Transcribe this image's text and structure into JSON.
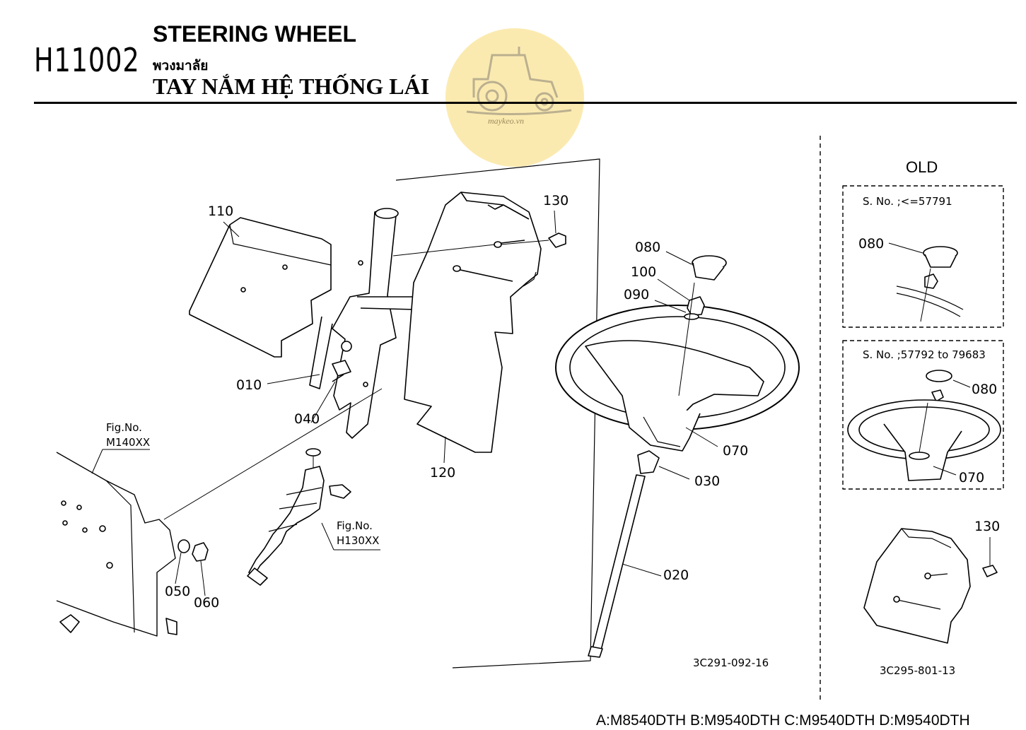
{
  "header": {
    "code": "H11002",
    "title_en": "STEERING WHEEL",
    "title_th": "พวงมาลัย",
    "title_vi": "TAY NẮM HỆ THỐNG LÁI"
  },
  "watermark": {
    "text": "maykeo.vn"
  },
  "callouts": [
    {
      "id": "110",
      "label": "110"
    },
    {
      "id": "130",
      "label": "130"
    },
    {
      "id": "080",
      "label": "080"
    },
    {
      "id": "100",
      "label": "100"
    },
    {
      "id": "090",
      "label": "090"
    },
    {
      "id": "010",
      "label": "010"
    },
    {
      "id": "040",
      "label": "040"
    },
    {
      "id": "120",
      "label": "120"
    },
    {
      "id": "070",
      "label": "070"
    },
    {
      "id": "030",
      "label": "030"
    },
    {
      "id": "020",
      "label": "020"
    },
    {
      "id": "050",
      "label": "050"
    },
    {
      "id": "060",
      "label": "060"
    }
  ],
  "fig_refs": {
    "m140": {
      "line1": "Fig.No.",
      "line2": "M140XX"
    },
    "h130": {
      "line1": "Fig.No.",
      "line2": "H130XX"
    }
  },
  "drawing_code_main": "3C291-092-16",
  "old_panel": {
    "title": "OLD",
    "box1": {
      "serial": "S. No. ;<=57791",
      "callout": "080"
    },
    "box2": {
      "serial": "S. No. ;57792 to 79683",
      "callout_a": "080",
      "callout_b": "070"
    },
    "callout_130": "130",
    "drawing_code": "3C295-801-13"
  },
  "models": "A:M8540DTH B:M9540DTH C:M9540DTH D:M9540DTH"
}
